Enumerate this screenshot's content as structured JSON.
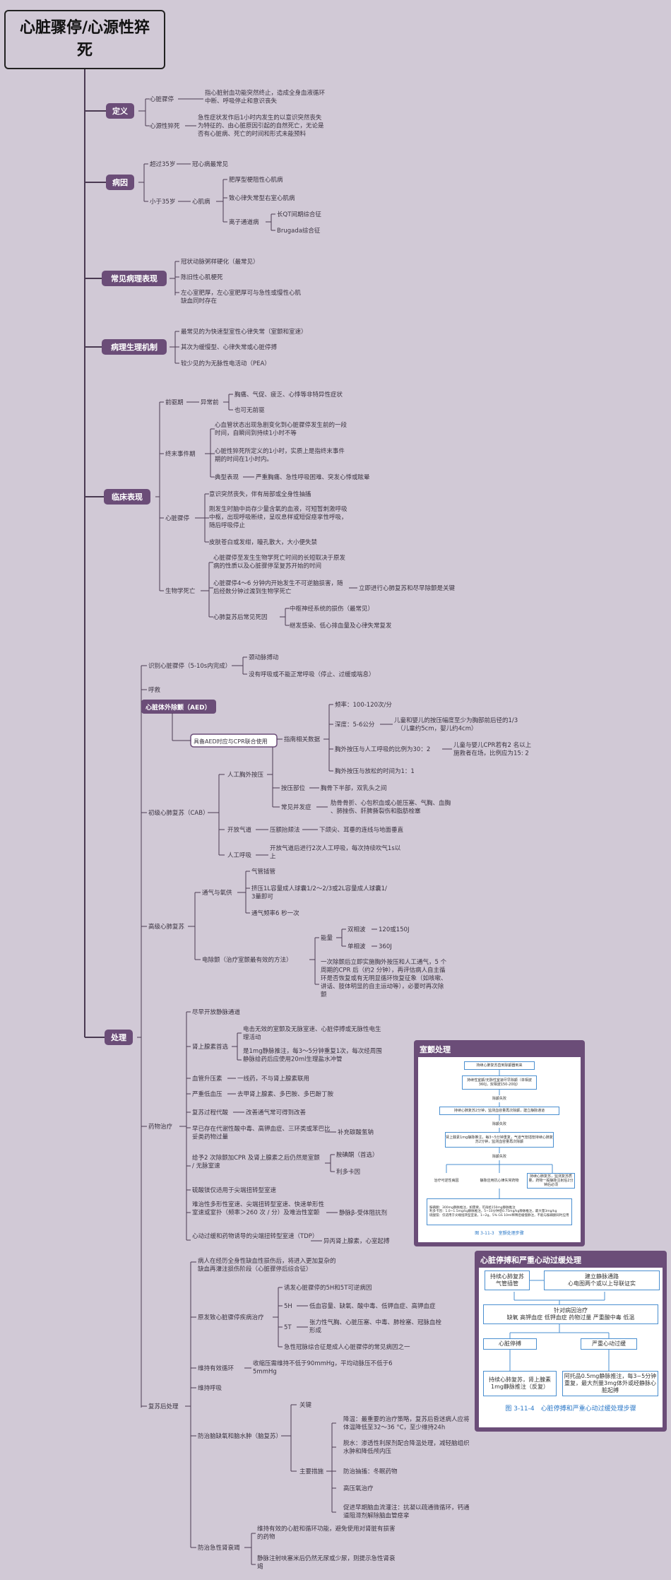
{
  "title": "心脏骤停/心源性猝死",
  "sections": {
    "definition": {
      "label": "定义",
      "items": [
        {
          "term": "心脏骤停",
          "desc": "指心脏射血功能突然终止，造成全身血液循环中断、呼吸停止和意识丧失"
        },
        {
          "term": "心源性猝死",
          "desc": "急性症状发作后1小时内发生的以意识突然丧失为特征的、由心脏原因引起的自然死亡，无论是否有心脏病、死亡的时间和形式未能预料"
        }
      ]
    },
    "etiology": {
      "label": "病因",
      "over35": "超过35岁",
      "over35_cause": "冠心病最常见",
      "under35": "小于35岁",
      "cardiomyopathy": "心肌病",
      "cm_items": [
        "肥厚型梗阻性心肌病",
        "致心律失常型右室心肌病"
      ],
      "channel": "离子通道病",
      "channel_items": [
        "长QT间期综合征",
        "Brugada综合征"
      ]
    },
    "pathology": {
      "label": "常见病理表现",
      "items": [
        "冠状动脉粥样硬化（最常见）",
        "陈旧性心肌梗死",
        "左心室肥厚，左心室肥厚可与急性或慢性心肌缺血同时存在"
      ]
    },
    "mechanism": {
      "label": "病理生理机制",
      "items": [
        "最常见的为快速型室性心律失常（室颤和室速）",
        "其次为缓慢型、心律失常或心脏停搏",
        "较少见的为无脉性电活动（PEA）"
      ]
    },
    "clinical": {
      "label": "临床表现",
      "prodrome": "前驱期",
      "prodrome_sub": "异常前",
      "prodrome_items": [
        "胸痛、气促、疲乏、心悸等非特异性症状",
        "也可无前驱"
      ],
      "terminal": "终末事件期",
      "terminal_items": [
        "心血管状态出现急剧变化到心脏骤停发生前的一段时间，自瞬间到持续1小时不等",
        "心脏性猝死所定义的1小时，实质上是指终末事件期的时间在1小时内。"
      ],
      "typical": "典型表现",
      "typical_desc": "严重胸痛、急性呼吸困难、突发心悸或眩晕",
      "arrest": "心脏骤停",
      "arrest_items": [
        "意识突然丧失，伴有局部或全身性抽搐",
        "刚发生时脑中尚存少量含氧的血液，可短暂刺激呼吸中枢，出现呼吸断续，呈叹息样或短促痉挛性呼吸，随后呼吸停止",
        "皮肤苍白或发绀，瞳孔散大，大小便失禁"
      ],
      "bio_death": "生物学死亡",
      "bio_items": [
        "心脏骤停至发生生物学死亡时间的长短取决于原发病的性质以及心脏骤停至复苏开始的时间",
        "心脏骤停4～6 分钟内开始发生不可逆脑损害，随后经数分钟过渡到生物学死亡"
      ],
      "bio_key": "立即进行心肺复苏和尽早除颤是关键",
      "recovery": "心肺复苏后常见死因",
      "recovery_items": [
        "中枢神经系统的损伤（最常见）",
        "继发感染、低心排血量及心律失常复发"
      ]
    },
    "treatment": {
      "label": "处理",
      "recognize": "识别心脏骤停（5-10s内完成）",
      "recognize_items": [
        "颈动脉搏动",
        "没有呼吸或不能正常呼吸（停止、过缓或喘息）"
      ],
      "call": "呼救",
      "aed": "心脏体外除颤（AED）",
      "aed_cpr": "具备AED时应与CPR联合使用",
      "bls": "初级心肺复苏（CAB）",
      "compression": "人工胸外按压",
      "indicators": "指南相关数据",
      "freq": "频率：100-120次/分",
      "depth": "深度：5-6公分",
      "depth_note": "儿童和婴儿的按压幅度至少为胸部前后径的1/3　（儿童约5cm，婴儿约4cm）",
      "ratio": "胸外按压与人工呼吸的比例为30：2",
      "ratio_note": "儿童与婴儿CPR若有2 名以上施救者在场，比例应为15: 2",
      "ratio_time": "胸外按压与放松的时间为1：1",
      "position": "按压部位",
      "position_desc": "胸骨下半部，双乳头之间",
      "complication": "常见并发症",
      "complication_desc": "肋骨骨折、心包积血或心脏压塞、气胸、血胸、肺挫伤、肝脾撕裂伤和脂肪栓塞",
      "airway": "开放气道",
      "airway_method": "压额抬颏法",
      "airway_desc": "下颌尖、耳垂的连线与地面垂直",
      "breathing": "人工呼吸",
      "breathing_desc": "开放气道后进行2次人工呼吸，每次持续吹气1s以上",
      "als": "高级心肺复苏",
      "vent": "通气与氧供",
      "vent_items": [
        "气管插管",
        "挤压1L容量成人球囊1/2～2/3或2L容量成人球囊1/3量即可",
        "通气频率6 秒一次"
      ],
      "defib": "电除颤（治疗室颤最有效的方法）",
      "energy": "能量",
      "biphasic": "双相波",
      "biphasic_val": "120或150J",
      "monophasic": "单相波",
      "monophasic_val": "360J",
      "defib_note": "一次除颤后立即实施胸外按压和人工通气，5 个周期的CPR 后（约2 分钟），再评估病人自主循环是否恢复或有无明显循环恢复征象（如咳嗽、讲话、肢体明显的自主运动等），必要时再次除颤",
      "drugs": "药物治疗",
      "drug_items": {
        "access": "尽早开放静脉通道",
        "adrenaline": "肾上腺素首选",
        "adr_sub1": "电击无效的室颤及无脉室速、心脏停搏或无脉性电生理活动",
        "adr_sub2": "是1mg静脉推注，每3～5分钟重复1次，每次经周围静脉给药后应使用20ml生理盐水冲管",
        "vasopressin": "血管升压素",
        "vasopressin_desc": "一线药，不与肾上腺素联用",
        "brady": "严重低血压",
        "brady_desc": "去甲肾上腺素、多巴胺、多巴酚丁胺",
        "postcpr": "复苏过程代酸",
        "postcpr_desc": "改善通气常可得到改善",
        "hyperk": "早已存在代谢性酸中毒、高钾血症、三环类或苯巴比妥类药物过量",
        "hyperk_desc": "补充碳酸氢钠",
        "refractory": "给予2 次除颤加CPR 及肾上腺素之后仍然是室颤 / 无脉室速",
        "refractory_items": [
          "胺碘酮（首选）",
          "利多卡因"
        ],
        "mgso4": "硫酸镁仅适用于尖端扭转型室速",
        "polymorphic": "难治性多形性室速、尖端扭转型室速、快速单形性室速或室扑（频率＞260 次 / 分）及难治性室颤",
        "polymorphic_desc": "静脉β-受体阻抗剂",
        "bradyarrest": "心动过缓和药物诱导的尖端扭转型室速（TDP）",
        "bradyarrest_desc": "异丙肾上腺素，心室起搏"
      },
      "post": "复苏后处理",
      "post_items": {
        "first": "病人在经历全身性缺血性损伤后，将进入更加复杂的缺血再灌注损伤阶段（心脏骤停后综合征）",
        "etiology": "原发致心脏骤停疾病治疗",
        "eti_head": "诱发心脏骤停的5H和5T可逆病因",
        "h5": "5H",
        "h5_desc": "低血容量、缺氧、酸中毒、低钾血症、高钾血症",
        "t5": "5T",
        "t5_desc": "张力性气胸、心脏压塞、中毒、肺栓塞、冠脉血栓形成",
        "acs": "急性冠脉综合征是成人心脏骤停的常见病因之一",
        "circulation": "维持有效循环",
        "circ_desc": "收缩压需维持不低于90mmHg，平均动脉压不低于65mmHg",
        "respiration": "维持呼吸",
        "brain": "防治脑缺氧和脑水肿（脑复苏）",
        "key": "关键",
        "measures": "主要措施",
        "measure_items": [
          "降温：最重要的治疗策略，复苏后昏迷病人应将体温降低至32～36 °C，至少维持24h",
          "脱水：渗透性利尿剂配合降温处理，减轻脑组织水肿和降低颅内压",
          "防治抽搐：冬眠药物",
          "高压氧治疗",
          "促进早期脑血流灌注：抗凝以疏通微循环，钙通道阻滞剂解除脑血管痉挛"
        ],
        "kidney": "防治急性肾衰竭",
        "kidney_items": [
          "维持有效的心脏和循环功能，避免使用对肾脏有损害的药物",
          "静脉注射呋塞米后仍然无尿或少尿，则提示急性肾衰竭"
        ]
      }
    }
  },
  "fig1": {
    "header": "室颤处理",
    "boxes": [
      "持续心肺复苏直到除颤器到来",
      "持续性室颤/无脉性室速尽早除颤（单相波360J，双相波150-200J）",
      "除颤失败",
      "持续心肺复苏2分钟，监测血容量再次除颤，建立静脉通道",
      "除颤失败",
      "肾上腺素1mg静脉推注，每3~5分钟重复，气道气管插管持续心肺复苏2分钟，监测血容量再次除颤",
      "除颤失败",
      "治疗可逆性病因",
      "静脉应用抗心律失常药物",
      "持续心肺复苏，监测复苏质量，药物一般静脉注射后2分钟后必须",
      "胺碘酮：300mg静脉推注，如需要，可再给150mg静脉推注\n利多卡因：1.0~1.5mg/kg静脉推注，5~10分钟后0.75mg/kg静脉推注，最大量3mg/kg\n硫酸镁：仅适用于尖端扭转型室速，1~2g，5% GS 10ml稀释后缓慢静注，不能与胺碘酮同时应用"
    ],
    "caption": "图 3-11-3　室颤处理步骤"
  },
  "fig2": {
    "header": "心脏停搏和严重心动过缓处理",
    "boxes": [
      "持续心肺复苏\n气管插管",
      "建立静脉通路\n心电图两个或以上导联证实",
      "针对病因治疗\n缺氧 高钾血症 低钾血症 药物过量 严重酸中毒 低温",
      "心脏停搏",
      "严重心动过缓",
      "持续心肺复苏，肾上腺素1mg静脉推注（反复）",
      "阿托品0.5mg静脉推注，每3~5分钟重复，最大剂量3mg体外或经静脉心脏起搏"
    ],
    "caption": "图 3-11-4　心脏停搏和严重心动过缓处理步骤"
  }
}
